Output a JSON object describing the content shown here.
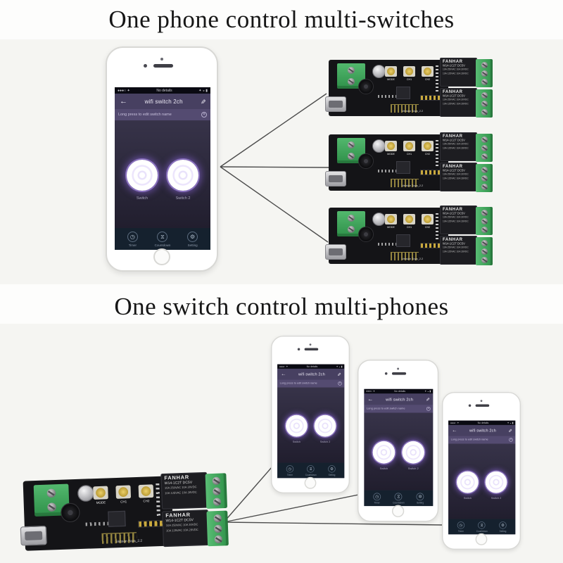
{
  "sections": {
    "top": {
      "title": "One phone control multi-switches"
    },
    "bottom": {
      "title": "One switch control multi-phones"
    }
  },
  "app": {
    "status_left": "●●●○ ✦",
    "status_center": "No details",
    "status_right": "✦ ◒ ▮",
    "back_icon": "←",
    "title": "wifi switch 2ch",
    "edit_icon": "✎",
    "banner": "Long press to edit switch name",
    "banner_close": "×",
    "switches": [
      {
        "label": "Switch"
      },
      {
        "label": "Switch 2"
      }
    ],
    "tabs": [
      {
        "icon": "◷",
        "label": "Timer"
      },
      {
        "icon": "⧖",
        "label": "Countdown"
      },
      {
        "icon": "⚙",
        "label": "Setting"
      }
    ]
  },
  "board": {
    "buttons": [
      "MODE",
      "CH1",
      "CH2"
    ],
    "relay": {
      "brand": "FANHAR",
      "model": "W14-1C2T DC5V",
      "line1": "10A 250VAC  10A 30VDC",
      "line2": "10A 125VAC  10A 28VDC"
    },
    "version": "Version Tuya_2.2"
  },
  "colors": {
    "app_nav": "#474061",
    "app_banner": "#544b71",
    "app_bg_top": "#373349",
    "app_bg_bottom": "#211e2e",
    "app_tabbar": "#15212e",
    "switch_glow": "#946ce8",
    "pcb": "#141417",
    "terminal_green": "#3aa557",
    "line": "#4c4c4c"
  }
}
